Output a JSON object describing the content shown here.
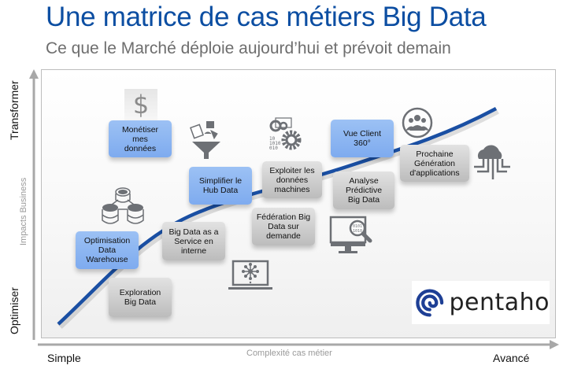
{
  "header": {
    "title": "Une matrice de cas métiers Big Data",
    "subtitle": "Ce que le Marché déploie aujourd’hui et prévoit demain"
  },
  "axes": {
    "y_top": "Transformer",
    "y_bottom": "Optimiser",
    "y_title": "Impacts Business",
    "x_left": "Simple",
    "x_right": "Avancé",
    "x_title": "Complexité cas métier"
  },
  "colors": {
    "title": "#0c4ea2",
    "curve": "#1a4fa3",
    "blue_box": "#8ab4f2",
    "grey_box": "#cfcfcf",
    "icon": "#6d7075"
  },
  "boxes": [
    {
      "label": "Monétiser mes données",
      "style": "blue"
    },
    {
      "label": "Simplifier le Hub Data",
      "style": "blue"
    },
    {
      "label": "Exploiter les données machines",
      "style": "grey"
    },
    {
      "label": "Vue Client 360°",
      "style": "blue"
    },
    {
      "label": "Analyse Prédictive Big Data",
      "style": "grey"
    },
    {
      "label": "Prochaine Génération d'applications",
      "style": "grey"
    },
    {
      "label": "Optimisation Data Warehouse",
      "style": "blue"
    },
    {
      "label": "Big Data as a Service en interne",
      "style": "grey"
    },
    {
      "label": "Fédération Big Data sur demande",
      "style": "grey"
    },
    {
      "label": "Exploration Big Data",
      "style": "grey"
    }
  ],
  "icons": [
    "dollar-icon",
    "funnel-icon",
    "gears-icon",
    "users-circle-icon",
    "cloud-icon",
    "database-cluster-icon",
    "laptop-network-icon",
    "monitor-search-icon"
  ],
  "logo": {
    "text": "pentaho"
  }
}
